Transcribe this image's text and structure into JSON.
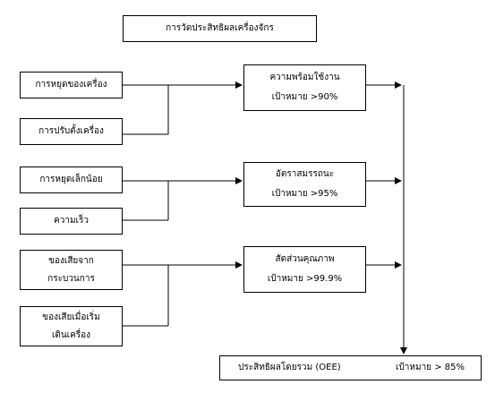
{
  "title": "การวัดประสิทธิผลเครื่องจักร",
  "inputs": [
    {
      "lines": [
        "การหยุดของเครื่อง"
      ]
    },
    {
      "lines": [
        "การปรับตั้งเครื่อง"
      ]
    },
    {
      "lines": [
        "การหยุดเล็กน้อย"
      ]
    },
    {
      "lines": [
        "ความเร็ว"
      ]
    },
    {
      "lines": [
        "ของเสียจาก",
        "กระบวนการ"
      ]
    },
    {
      "lines": [
        "ของเสียเมื่อเริ่ม",
        "เดินเครื่อง"
      ]
    }
  ],
  "metrics": [
    {
      "lines": [
        "ความพร้อมใช้งาน",
        "เป้าหมาย >90%"
      ]
    },
    {
      "lines": [
        "อัตราสมรรถนะ",
        "เป้าหมาย >95%"
      ]
    },
    {
      "lines": [
        "สัดส่วนคุณภาพ",
        "เป้าหมาย >99.9%"
      ]
    }
  ],
  "result": {
    "label": "ประสิทธิผลโดยรวม (OEE)",
    "target": "เป้าหมาย > 85%"
  }
}
